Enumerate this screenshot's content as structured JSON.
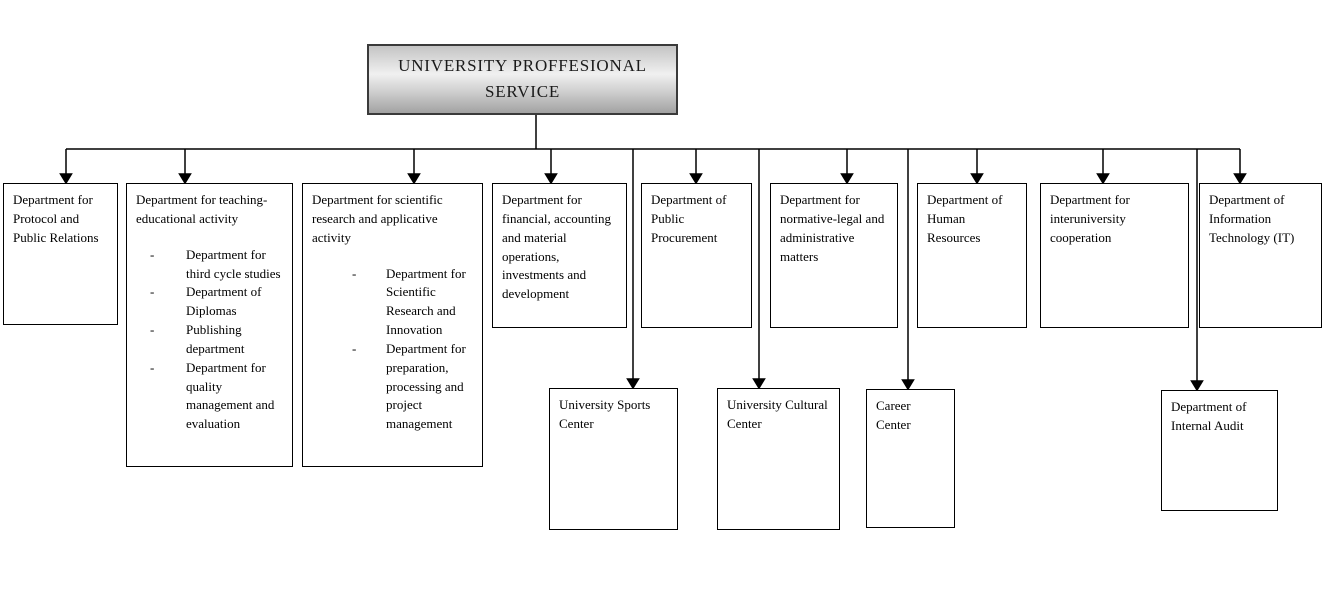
{
  "root_box": {
    "title": "UNIVERSITY PROFFESIONAL SERVICE"
  },
  "list_marker": "-",
  "departments": [
    {
      "label": "Department for Protocol and Public Relations"
    },
    {
      "label": "Department for teaching-educational activity",
      "sub_items": [
        "Department for third cycle studies",
        "Department of Diplomas",
        "Publishing department",
        "Department for quality management and evaluation"
      ]
    },
    {
      "label": "Department for scientific research and applicative activity",
      "sub_items": [
        "Department for Scientific Research and Innovation",
        "Department for preparation, processing and project management"
      ]
    },
    {
      "label": "Department for financial, accounting and material operations, investments and development"
    },
    {
      "label": "Department of Public Procurement"
    },
    {
      "label": "Department for normative-legal and administrative matters"
    },
    {
      "label": "Department of Human Resources"
    },
    {
      "label": "Department for interuniversity cooperation"
    },
    {
      "label": "Department of Information Technology (IT)"
    }
  ],
  "centers": [
    {
      "label": "University Sports Center"
    },
    {
      "label": "University Cultural Center"
    },
    {
      "label": "Career Center"
    },
    {
      "label": "Department of Internal Audit"
    }
  ],
  "colors": {
    "line": "#000000",
    "box_border": "#000000",
    "box_fill": "#ffffff",
    "root_gradient_top": "#c4c4c4",
    "root_gradient_bottom": "#a2a2a2",
    "text": "#000000"
  }
}
